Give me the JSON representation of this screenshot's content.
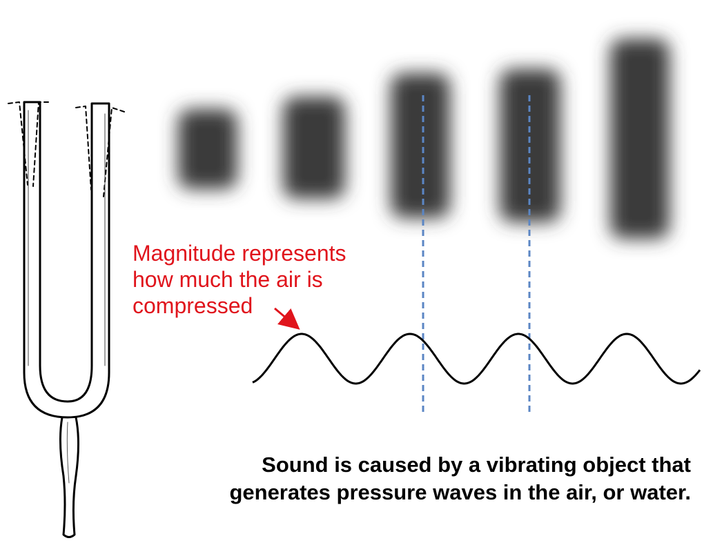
{
  "annotation": {
    "lines": [
      "Magnitude represents",
      "how much the air is",
      "compressed"
    ]
  },
  "caption": {
    "lines": [
      "Sound is caused by a vibrating object that",
      "generates pressure waves in the air, or water."
    ]
  },
  "colors": {
    "annotation_text": "#e0141c",
    "arrow": "#e0141c",
    "wave": "#000000",
    "dashed_guides": "#5b86c4",
    "compression_band": "#3a3a3a"
  },
  "icons": {
    "tuning_fork": "tuning-fork-icon"
  }
}
